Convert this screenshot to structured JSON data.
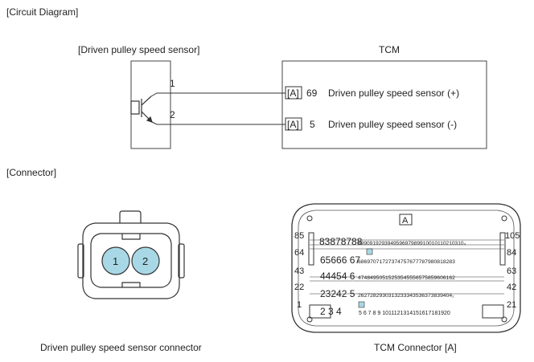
{
  "sections": {
    "circuit_title": "[Circuit Diagram]",
    "connector_title": "[Connector]"
  },
  "circuit": {
    "sensor_label": "[Driven pulley speed sensor]",
    "tcm_label": "TCM",
    "wire1_pin": "1",
    "wire2_pin": "2",
    "pin_a": {
      "conn": "[A]",
      "num": "69",
      "desc": "Driven pulley speed sensor (+)"
    },
    "pin_b": {
      "conn": "[A]",
      "num": "5",
      "desc": "Driven pulley speed sensor (-)"
    }
  },
  "connectors": {
    "sensor_connector": {
      "caption": "Driven  pulley speed sensor connector",
      "pins": [
        "1",
        "2"
      ]
    },
    "tcm_connector": {
      "caption": "TCM Connector [A]",
      "badge": "A",
      "row_end_labels": {
        "r1_left": "85",
        "r1_right": "105",
        "r2_left": "64",
        "r2_right": "84",
        "r3_left": "43",
        "r3_right": "63",
        "r4_left": "22",
        "r4_right": "42",
        "r5_left": "1",
        "r5_right": "21"
      },
      "row1_big": "83878788",
      "row1_small": "899091929394959697989910010110210310₄",
      "row2_big": "65666 67",
      "row2_small": "68697071727374757677787980818283",
      "row3_big": "44454 6",
      "row3_small": "47484950515253545556575859606162",
      "row4_big": "23242 5",
      "row4_small": "2627282930313233343536373839404₁",
      "row5_big": "2 3 4",
      "row5_small": "5 6 7 8 9 1011121314151617181920"
    }
  },
  "colors": {
    "pin_fill": "#a8d8e6",
    "line": "#333333"
  }
}
